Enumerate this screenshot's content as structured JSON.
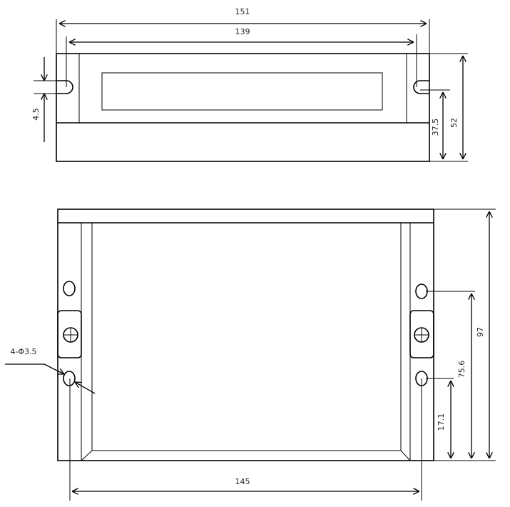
{
  "top_view": {
    "dims": {
      "overall_width": "151",
      "mount_width": "139",
      "slot_width": "4.5",
      "slot_height": "37.5",
      "height": "52"
    }
  },
  "bottom_view": {
    "dims": {
      "hole_spacing_x": "145",
      "length": "97",
      "upper_hole_height": "75.6",
      "lower_hole_height": "17.1",
      "hole_callout": "4-Φ3.5"
    }
  }
}
